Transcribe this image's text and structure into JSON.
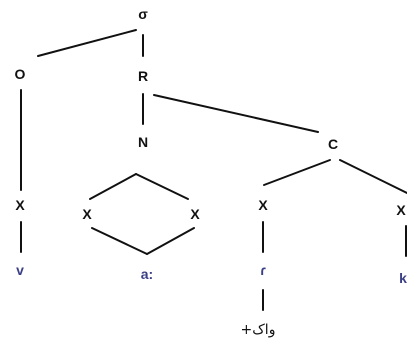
{
  "diagram": {
    "nodes": {
      "sigma": "σ",
      "onset": "O",
      "rhyme": "R",
      "nucleus": "N",
      "coda": "C",
      "x_onset": "X",
      "x_nucleus_left": "X",
      "x_nucleus_right": "X",
      "x_coda_left": "X",
      "x_coda_right": "X"
    },
    "segments": {
      "onset": "v",
      "nucleus": "a:",
      "coda_left": "ɾ",
      "coda_right": "k"
    },
    "gloss": "واک+"
  }
}
